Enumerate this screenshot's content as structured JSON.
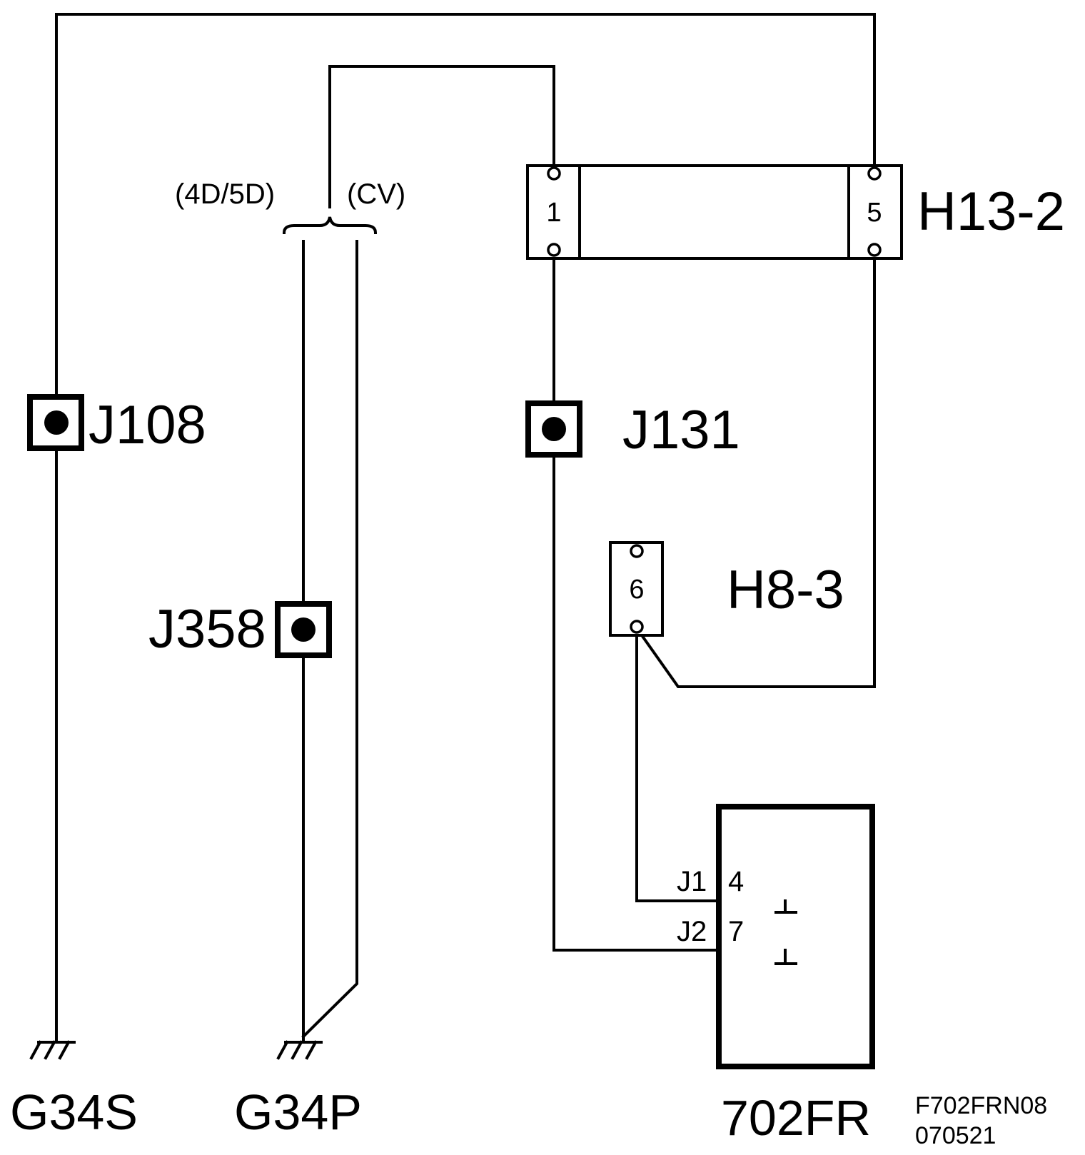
{
  "connectors": {
    "h13": {
      "label": "H13-2",
      "pin_left": "1",
      "pin_right": "5"
    },
    "h8": {
      "label": "H8-3",
      "pin": "6"
    }
  },
  "junctions": {
    "j108": "J108",
    "j131": "J131",
    "j358": "J358"
  },
  "variants": {
    "left": "(4D/5D)",
    "right": "(CV)"
  },
  "grounds": {
    "g34s": "G34S",
    "g34p": "G34P"
  },
  "component": {
    "label": "702FR",
    "pins": [
      {
        "name": "J1",
        "number": "4"
      },
      {
        "name": "J2",
        "number": "7"
      }
    ]
  },
  "drawing_id": {
    "line1": "F702FRN08",
    "line2": "070521"
  }
}
